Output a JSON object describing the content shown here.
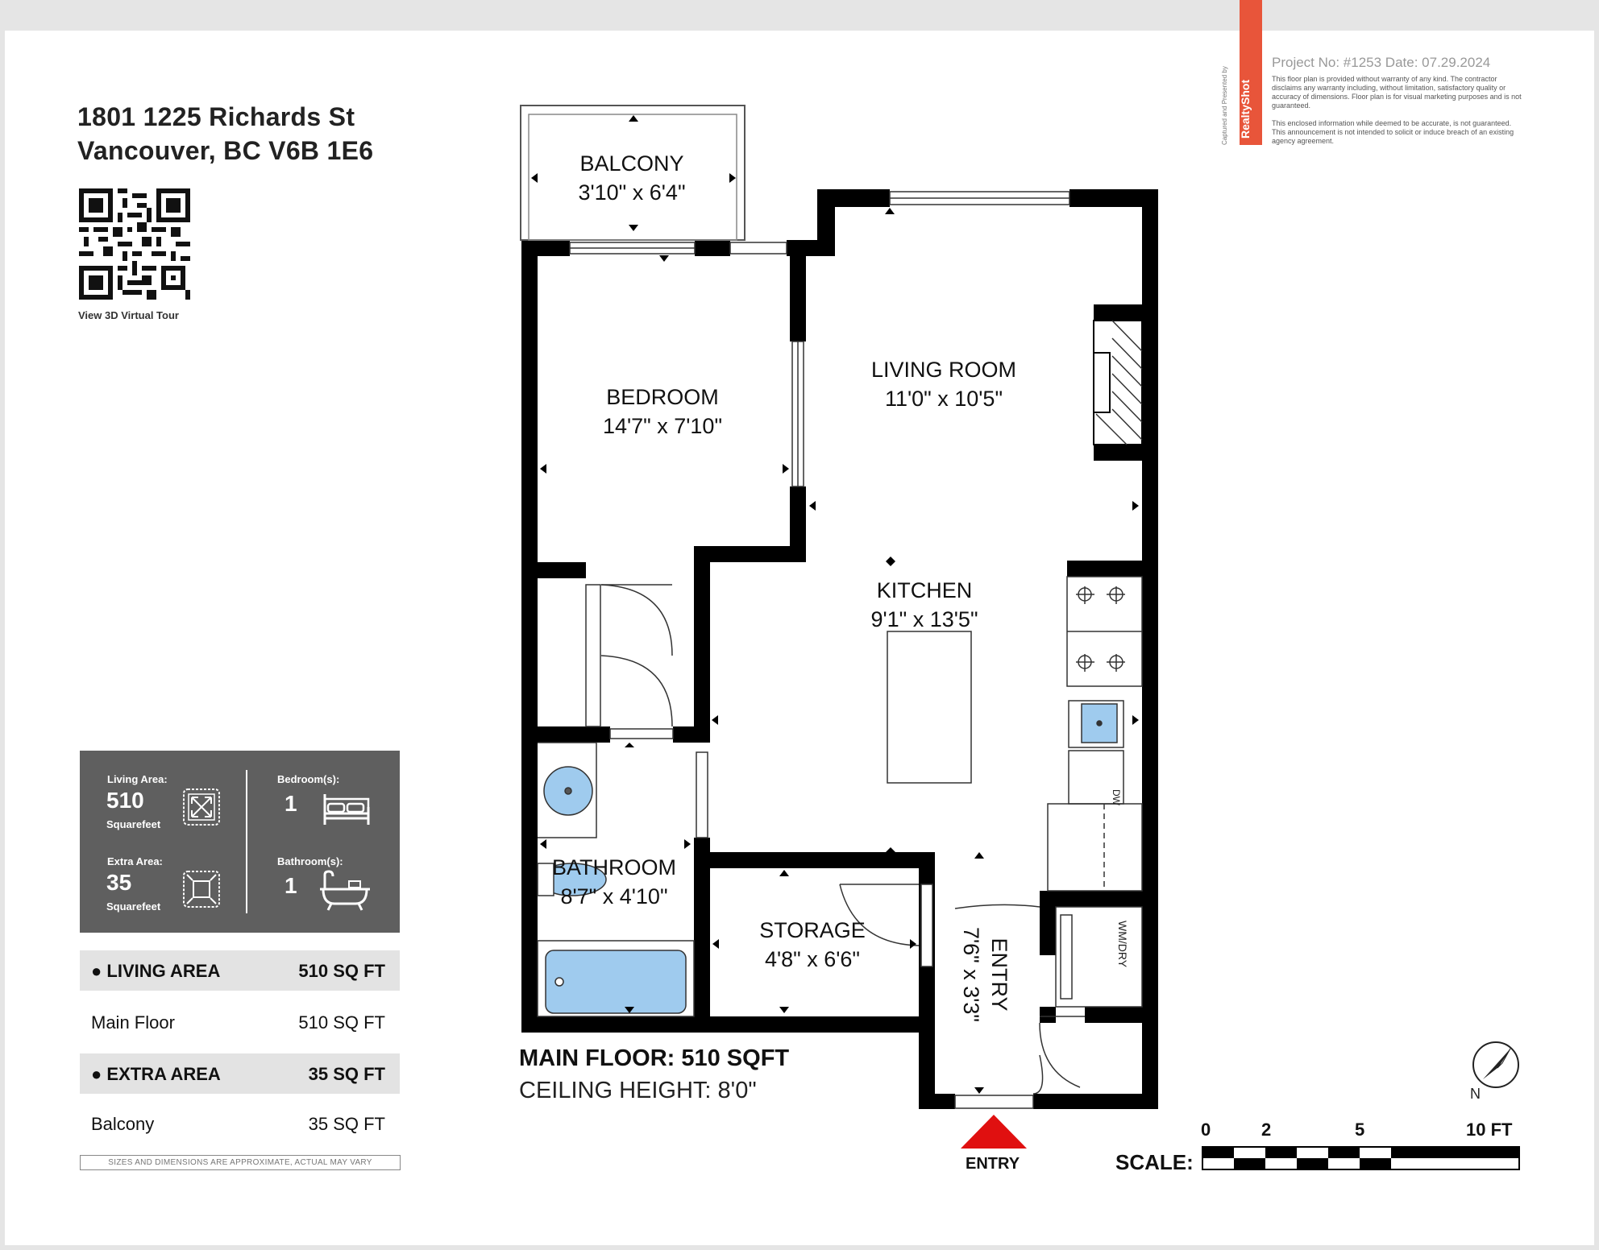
{
  "address": {
    "line1": "1801 1225 Richards St",
    "line2": "Vancouver, BC V6B 1E6"
  },
  "qr_caption": "View 3D Virtual Tour",
  "stats": {
    "living_area_label": "Living Area:",
    "living_area_value": "510",
    "living_area_unit": "Squarefeet",
    "extra_area_label": "Extra Area:",
    "extra_area_value": "35",
    "extra_area_unit": "Squarefeet",
    "bedrooms_label": "Bedroom(s):",
    "bedrooms_value": "1",
    "bathrooms_label": "Bathroom(s):",
    "bathrooms_value": "1"
  },
  "summary": {
    "living_area_title": "● LIVING AREA",
    "living_area_total": "510 SQ FT",
    "main_floor_label": "Main Floor",
    "main_floor_value": "510 SQ FT",
    "extra_area_title": "● EXTRA AREA",
    "extra_area_total": "35 SQ FT",
    "balcony_label": "Balcony",
    "balcony_value": "35 SQ FT"
  },
  "disclaimer_small": "SIZES AND DIMENSIONS ARE APPROXIMATE, ACTUAL MAY VARY",
  "rooms": {
    "balcony_name": "BALCONY",
    "balcony_dim": "3'10\" x 6'4\"",
    "bedroom_name": "BEDROOM",
    "bedroom_dim": "14'7\" x 7'10\"",
    "living_name": "LIVING ROOM",
    "living_dim": "11'0\" x 10'5\"",
    "kitchen_name": "KITCHEN",
    "kitchen_dim": "9'1\" x 13'5\"",
    "bathroom_name": "BATHROOM",
    "bathroom_dim": "8'7\" x 4'10\"",
    "storage_name": "STORAGE",
    "storage_dim": "4'8\" x 6'6\"",
    "entry_name": "ENTRY",
    "entry_dim": "7'6\" x 3'3\"",
    "dw": "DW",
    "wmdry": "WM/DRY"
  },
  "floor": {
    "title": "MAIN FLOOR: 510 SQFT",
    "ceiling": "CEILING HEIGHT: 8'0\""
  },
  "header": {
    "project": "Project No: #1253   Date: 07.29.2024",
    "disclaimer1": "This floor plan is provided without warranty of any kind. The contractor disclaims any warranty including, without limitation, satisfactory quality or accuracy of dimensions. Floor plan is for visual marketing purposes and is not guaranteed.",
    "disclaimer2": "This enclosed information while deemed to be accurate, is not guaranteed. This announcement is not intended to solicit or induce breach of an existing agency agreement.",
    "brand": "RealtyShot",
    "captured": "Captured and Presented by"
  },
  "entry_marker": "ENTRY",
  "compass": {
    "label": "N"
  },
  "scale": {
    "title": "SCALE:",
    "ticks": [
      "0",
      "2",
      "5",
      "10 FT"
    ]
  },
  "colors": {
    "wall": "#000000",
    "fixture_blue": "#9fcbee",
    "stats_bg": "#5f5f5f",
    "brand": "#e8553a",
    "entry_arrow": "#e01010"
  }
}
